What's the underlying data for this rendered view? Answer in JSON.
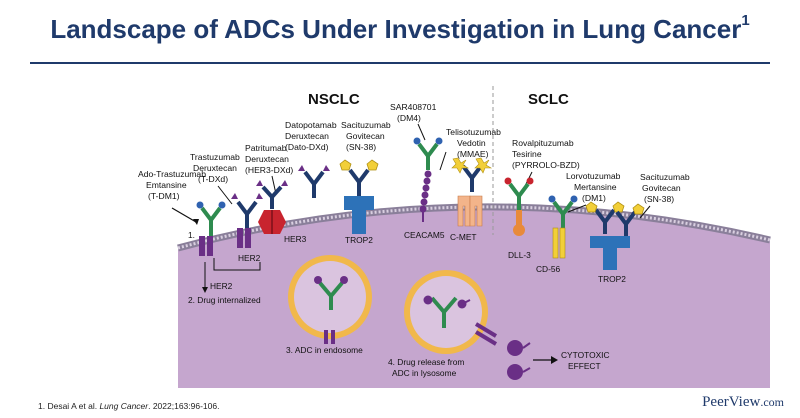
{
  "title": "Landscape of ADCs Under Investigation in Lung Cancer",
  "title_sup": "1",
  "sections": {
    "nsclc": "NSCLC",
    "sclc": "SCLC"
  },
  "drugs": [
    {
      "id": "tdm1",
      "lines": [
        "Ado-Trastuzumab",
        "Emtansine",
        "(T-DM1)"
      ]
    },
    {
      "id": "tdxd",
      "lines": [
        "Trastuzumab",
        "Deruxtecan",
        "(T-DXd)"
      ]
    },
    {
      "id": "her3dxd",
      "lines": [
        "Patritumab",
        "Deruxtecan",
        "(HER3-DXd)"
      ]
    },
    {
      "id": "datodxd",
      "lines": [
        "Datopotamab",
        "Deruxtecan",
        "(Dato-DXd)"
      ]
    },
    {
      "id": "sg",
      "lines": [
        "Sacituzumab",
        "Govitecan",
        "(SN-38)"
      ]
    },
    {
      "id": "sar",
      "lines": [
        "SAR408701",
        "(DM4)"
      ]
    },
    {
      "id": "teliso",
      "lines": [
        "Telisotuzumab",
        "Vedotin",
        "(MMAE)"
      ]
    },
    {
      "id": "rova",
      "lines": [
        "Rovalpituzumab",
        "Tesirine",
        "(PYRROLO-BZD)"
      ]
    },
    {
      "id": "lorvo",
      "lines": [
        "Lorvotuzumab",
        "Mertansine",
        "(DM1)"
      ]
    },
    {
      "id": "sg2",
      "lines": [
        "Sacituzumab",
        "Govitecan",
        "(SN-38)"
      ]
    }
  ],
  "targets": {
    "her2a": "HER2",
    "her2b": "HER2",
    "her3": "HER3",
    "trop2": "TROP2",
    "ceacam5": "CEACAM5",
    "cmet": "C-MET",
    "dll3": "DLL-3",
    "cd56": "CD-56",
    "trop2b": "TROP2"
  },
  "steps": {
    "s1": "1.",
    "s2": "2. Drug internalized",
    "s3": "3. ADC in endosome",
    "s4a": "4. Drug release from",
    "s4b": "ADC in lysosome",
    "effect1": "CYTOTOXIC",
    "effect2": "EFFECT"
  },
  "footnote": {
    "prefix": "1. Desai A et al. ",
    "journal": "Lung Cancer",
    "rest": ". 2022;163:96-106."
  },
  "brand": {
    "name": "PeerView",
    "suffix": ".com"
  },
  "colors": {
    "title": "#1f3a6b",
    "cell": "#c5a6ce",
    "cell_light": "#dac4df",
    "membrane": "#8a7f9a",
    "antibody_green": "#2e8b4f",
    "antibody_navy": "#1f3a6b",
    "payload_purple": "#6a2f86",
    "payload_blue": "#2f62b0",
    "payload_yellow": "#f2cf38",
    "her3_red": "#c8242e",
    "trop2_blue": "#2d72b8",
    "cmet_peach": "#f3b48a",
    "dll3_orange": "#e88a3a",
    "endosome_gold": "#f1b84b"
  }
}
